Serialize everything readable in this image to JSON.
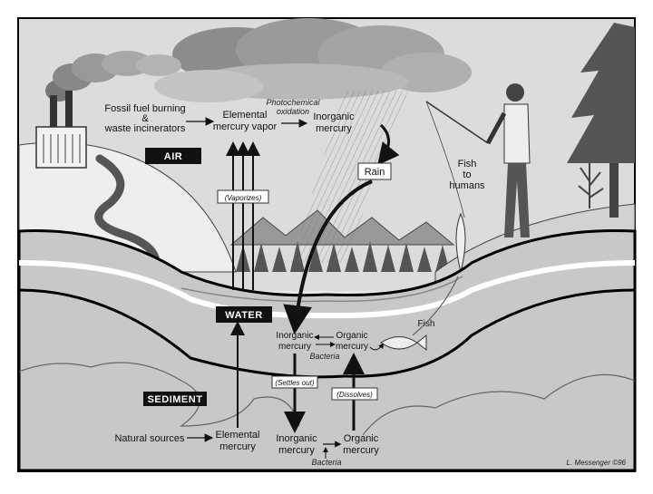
{
  "zones": {
    "air": "AIR",
    "water": "WATER",
    "sediment": "SEDIMENT"
  },
  "air": {
    "source_line1": "Fossil fuel burning",
    "source_line2": "&",
    "source_line3": "waste incinerators",
    "elemental_line1": "Elemental",
    "elemental_line2": "mercury vapor",
    "photo_line1": "Photochemical",
    "photo_line2": "oxidation",
    "inorganic_line1": "Inorganic",
    "inorganic_line2": "mercury",
    "rain": "Rain",
    "vaporizes": "(Vaporizes)",
    "fish_line1": "Fish",
    "fish_line2": "to",
    "fish_line3": "humans"
  },
  "water": {
    "inorganic_line1": "Inorganic",
    "inorganic_line2": "mercury",
    "organic_line1": "Organic",
    "organic_line2": "mercury",
    "bacteria": "Bacteria",
    "fish": "Fish",
    "settles": "(Settles out)",
    "dissolves": "(Dissolves)"
  },
  "sediment": {
    "natural": "Natural sources",
    "elemental_line1": "Elemental",
    "elemental_line2": "mercury",
    "inorganic_line1": "Inorganic",
    "inorganic_line2": "mercury",
    "organic_line1": "Organic",
    "organic_line2": "mercury",
    "bacteria": "Bacteria"
  },
  "credit": "L. Messenger ©96"
}
